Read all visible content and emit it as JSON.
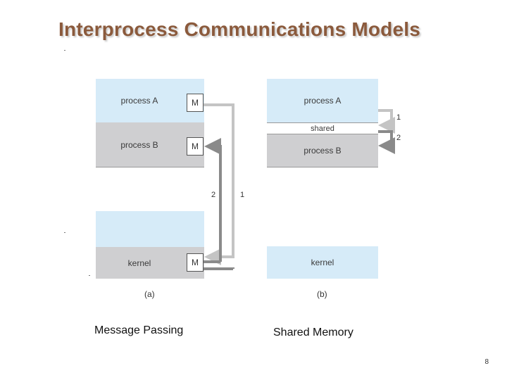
{
  "title": "Interprocess Communications Models",
  "diagram_a": {
    "process_a": "process A",
    "process_b": "process B",
    "kernel": "kernel",
    "m_label": "M",
    "arrow_1": "1",
    "arrow_2": "2",
    "sublabel": "(a)"
  },
  "diagram_b": {
    "process_a": "process A",
    "shared": "shared",
    "process_b": "process B",
    "kernel": "kernel",
    "arrow_1": "1",
    "arrow_2": "2",
    "sublabel": "(b)"
  },
  "captions": {
    "left": "Message Passing",
    "right": "Shared Memory"
  },
  "page_number": "8",
  "colors": {
    "title": "#8b5a3c",
    "blue_region": "#d6ebf8",
    "gray_region": "#cfcfd1",
    "arrow_light": "#c8c8c8",
    "arrow_dark": "#888888"
  }
}
